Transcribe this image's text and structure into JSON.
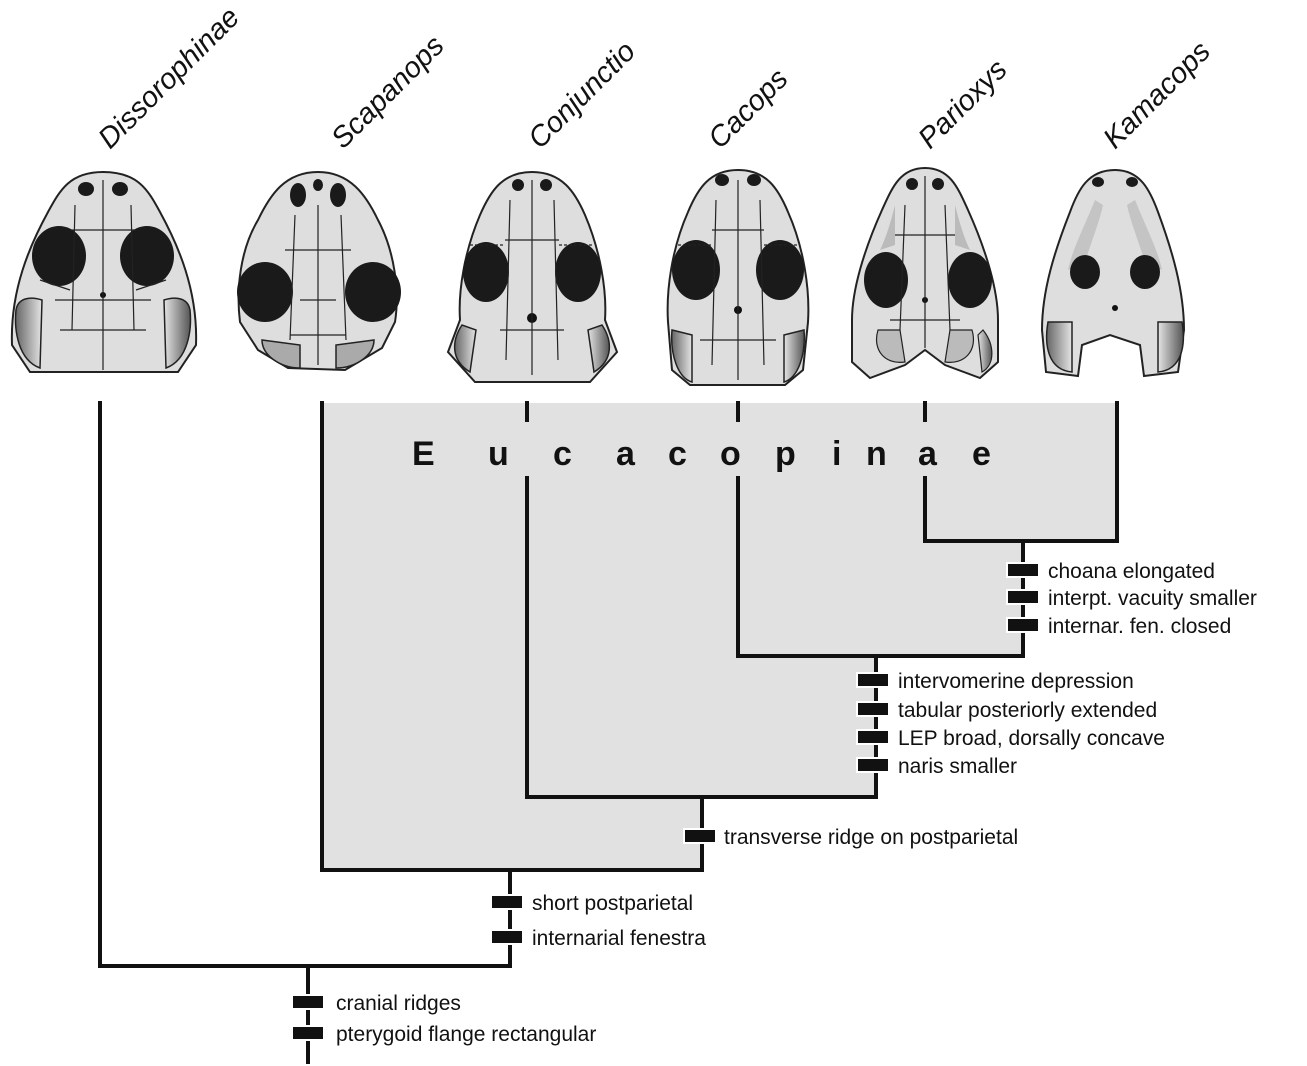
{
  "diagram": {
    "taxa": [
      {
        "id": "dissorophinae",
        "label": "Dissorophinae"
      },
      {
        "id": "scapanops",
        "label": "Scapanops"
      },
      {
        "id": "conjunctio",
        "label": "Conjunctio"
      },
      {
        "id": "cacops",
        "label": "Cacops"
      },
      {
        "id": "parioxys",
        "label": "Parioxys"
      },
      {
        "id": "kamacops",
        "label": "Kamacops"
      }
    ],
    "clade_label": "Eucacopinae",
    "clade_letters": [
      "E",
      "u",
      "c",
      "a",
      "c",
      "o",
      "p",
      "i",
      "n",
      "a",
      "e"
    ],
    "characters": {
      "node_root": [
        "cranial ridges",
        "pterygoid flange rectangular"
      ],
      "node_eucacopinae_base": [
        "short postparietal",
        "internarial fenestra"
      ],
      "node_conjunctio_group": [
        "transverse ridge on postparietal"
      ],
      "node_cacops_group": [
        "intervomerine depression",
        "tabular posteriorly extended",
        "LEP broad, dorsally concave",
        "naris smaller"
      ],
      "node_parioxys_kamacops": [
        "choana elongated",
        "interpt. vacuity smaller",
        "internar. fen. closed"
      ]
    },
    "colors": {
      "line": "#111111",
      "clade_fill": "#e1e1e1",
      "skull_fill": "#dedede",
      "opening": "#1a1a1a"
    }
  }
}
